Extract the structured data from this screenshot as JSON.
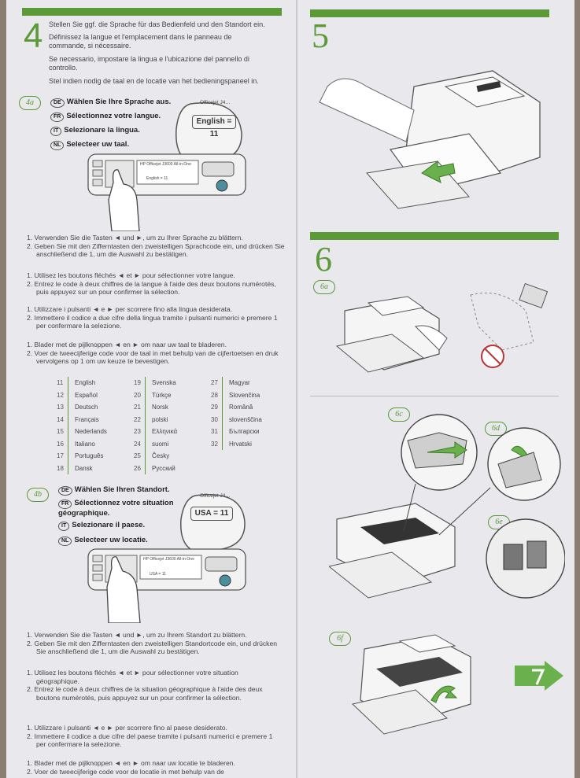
{
  "step4": {
    "number": "4",
    "intro": [
      "Stellen Sie ggf. die Sprache für das Bedienfeld und den Standort ein.",
      "Définissez la langue et l'emplacement dans le panneau de commande, si nécessaire.",
      "Se necessario, impostare la lingua e l'ubicazione del pannello di controllo.",
      "Stel indien nodig de taal en de locatie van het bedieningspaneel in."
    ]
  },
  "step4a": {
    "label": "4a",
    "lines": [
      {
        "code": "DE",
        "text": "Wählen Sie Ihre Sprache aus."
      },
      {
        "code": "FR",
        "text": "Sélectionnez votre langue."
      },
      {
        "code": "IT",
        "text": "Selezionare la lingua."
      },
      {
        "code": "NL",
        "text": "Selecteer uw taal."
      }
    ],
    "callout": "English = 11",
    "display_title": "Officejet J4…",
    "panel_model": "HP Officejet J3600 All-in-One",
    "panel_screen": "English = 11",
    "instructions": [
      [
        "1. Verwenden Sie die Tasten ◄ und ►, um zu Ihrer Sprache zu blättern.",
        "2. Geben Sie mit den Zifferntasten den zweistelligen Sprachcode ein, und drücken Sie anschließend die 1, um die Auswahl zu bestätigen."
      ],
      [
        "1. Utilisez les boutons fléchés ◄ et ► pour sélectionner votre langue.",
        "2. Entrez le code à deux chiffres de la langue à l'aide des deux boutons numérotés, puis appuyez sur un pour confirmer la sélection."
      ],
      [
        "1. Utilizzare i pulsanti ◄ e ► per scorrere fino alla lingua desiderata.",
        "2. Immettere il codice a due cifre della lingua tramite i pulsanti numerici e premere 1 per confermare la selezione."
      ],
      [
        "1. Blader met de pijlknoppen ◄ en ► om naar uw taal te bladeren.",
        "2. Voer de tweecijferige code voor de taal in met behulp van de cijfertoetsen en druk vervolgens op 1 om uw keuze te bevestigen."
      ]
    ],
    "languages": [
      [
        [
          "11",
          "English"
        ],
        [
          "12",
          "Español"
        ],
        [
          "13",
          "Deutsch"
        ],
        [
          "14",
          "Français"
        ],
        [
          "15",
          "Nederlands"
        ],
        [
          "16",
          "Italiano"
        ],
        [
          "17",
          "Português"
        ],
        [
          "18",
          "Dansk"
        ]
      ],
      [
        [
          "19",
          "Svenska"
        ],
        [
          "20",
          "Türkçe"
        ],
        [
          "21",
          "Norsk"
        ],
        [
          "22",
          "polski"
        ],
        [
          "23",
          "Ελληνικά"
        ],
        [
          "24",
          "suomi"
        ],
        [
          "25",
          "Česky"
        ],
        [
          "26",
          "Русский"
        ]
      ],
      [
        [
          "27",
          "Magyar"
        ],
        [
          "28",
          "Slovenčina"
        ],
        [
          "29",
          "Română"
        ],
        [
          "30",
          "slovenščina"
        ],
        [
          "31",
          "Български"
        ],
        [
          "32",
          "Hrvatski"
        ]
      ]
    ]
  },
  "step4b": {
    "label": "4b",
    "lines": [
      {
        "code": "DE",
        "text": "Wählen Sie Ihren Standort."
      },
      {
        "code": "FR",
        "text": "Sélectionnez votre situation géographique."
      },
      {
        "code": "IT",
        "text": "Selezionare il paese."
      },
      {
        "code": "NL",
        "text": "Selecteer uw locatie."
      }
    ],
    "callout": "USA = 11",
    "display_title": "Officejet J4…",
    "panel_model": "HP Officejet J3600 All-in-One",
    "panel_screen": "USA = 11",
    "instructions": [
      [
        "1. Verwenden Sie die Tasten ◄ und ►, um zu Ihrem Standort zu blättern.",
        "2. Geben Sie mit den Zifferntasten den zweistelligen Standortcode ein, und drücken Sie anschließend die 1, um die Auswahl zu bestätigen."
      ],
      [
        "1. Utilisez les boutons fléchés ◄ et ► pour sélectionner votre situation géographique.",
        "2. Entrez le code à deux chiffres de la situation géographique à l'aide des deux boutons numérotés, puis appuyez sur un pour confirmer la sélection."
      ],
      [
        "1. Utilizzare i pulsanti ◄ e ► per scorrere fino al paese desiderato.",
        "2. Immettere il codice a due cifre del paese tramite i pulsanti numerici e premere 1 per confermare la selezione."
      ],
      [
        "1. Blader met de pijlknoppen ◄ en ► om naar uw locatie te bladeren.",
        "2. Voer de tweecijferige code voor de locatie in met behulp van de"
      ]
    ]
  },
  "step5": {
    "number": "5"
  },
  "step6": {
    "number": "6",
    "labels": {
      "a": "6a",
      "c": "6c",
      "d": "6d",
      "e": "6e",
      "f": "6f"
    }
  },
  "colors": {
    "accent": "#5b9a37",
    "paper": "#e9e8ec",
    "background": "#8a7d72"
  },
  "icons": {
    "next_step": "next-arrow-icon"
  }
}
